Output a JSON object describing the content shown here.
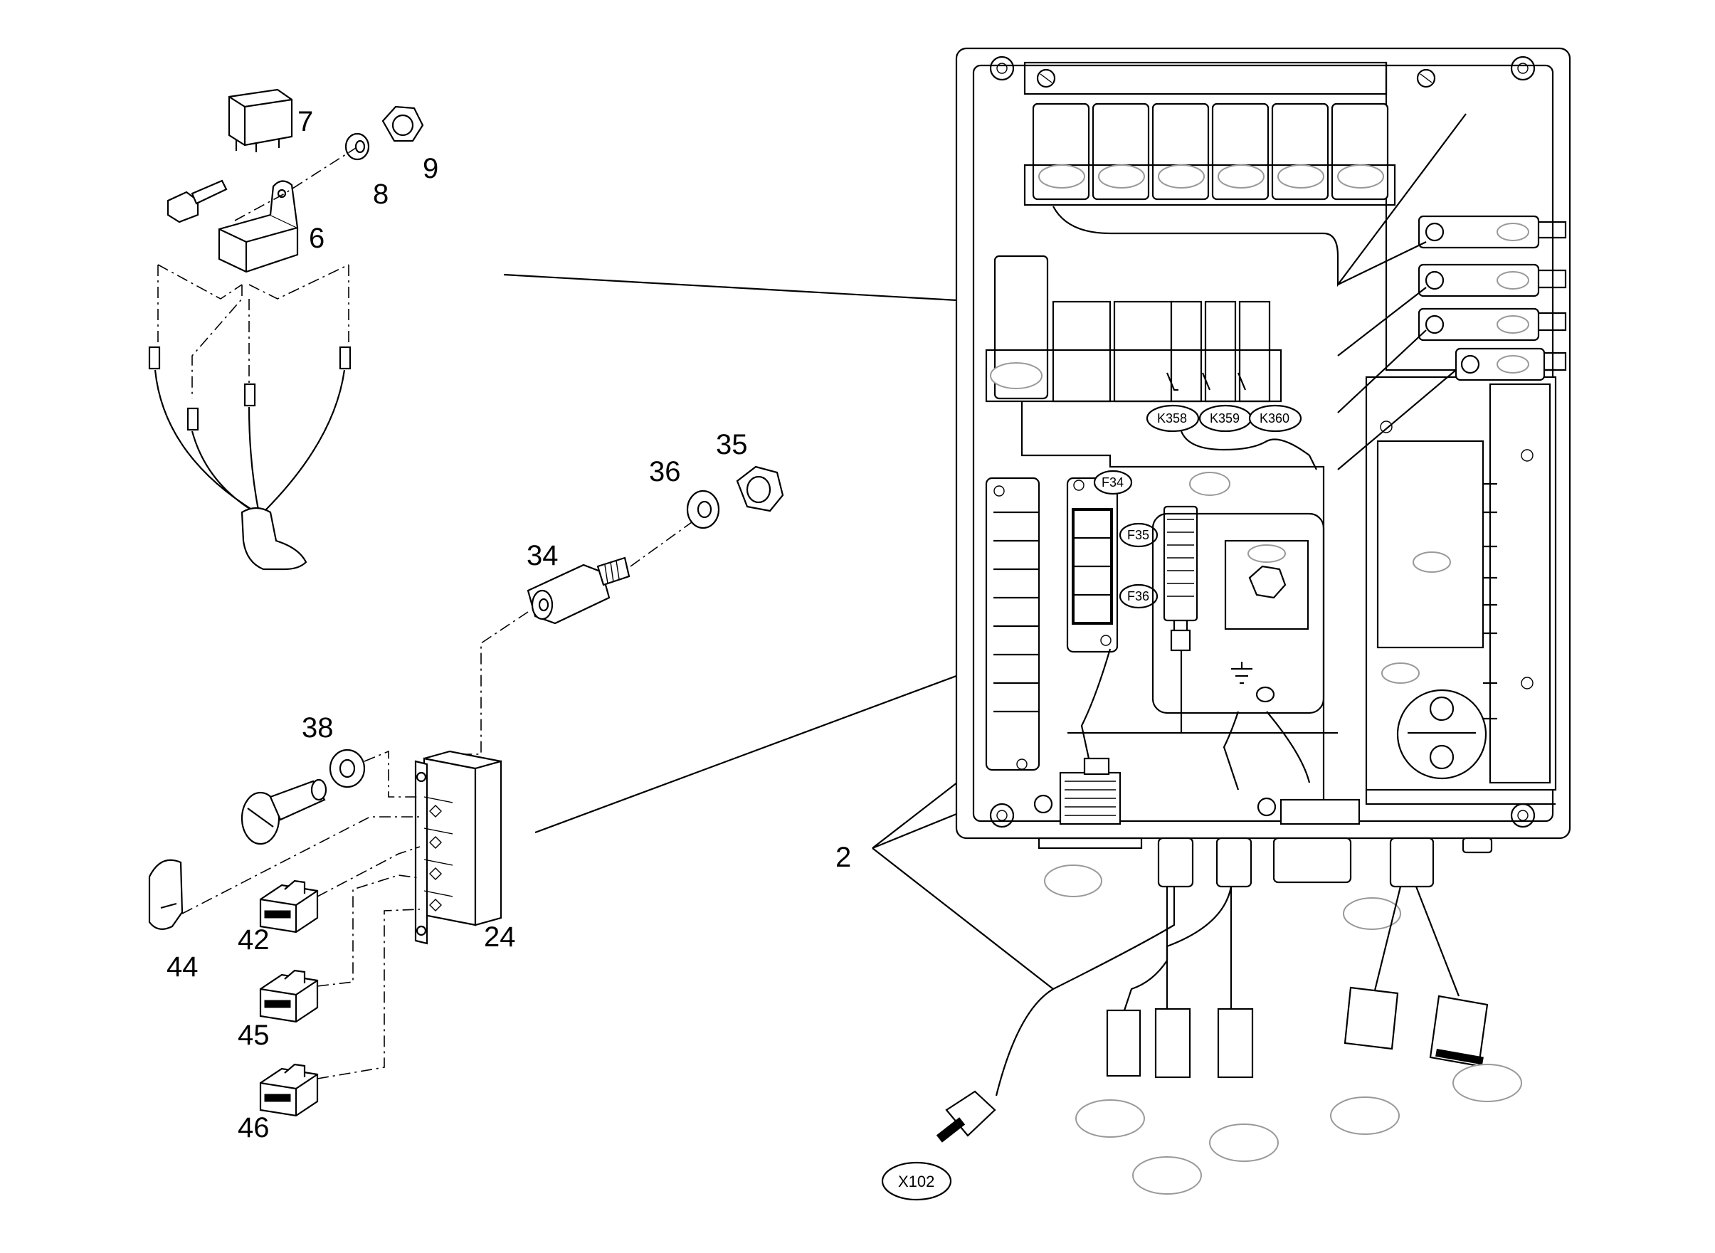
{
  "callouts": {
    "c7": "7",
    "c8": "8",
    "c9": "9",
    "c6": "6",
    "c35": "35",
    "c36": "36",
    "c34": "34",
    "c38": "38",
    "c24": "24",
    "c42": "42",
    "c44": "44",
    "c45": "45",
    "c46": "46",
    "c2": "2"
  },
  "box_tags": {
    "f34": "F34",
    "f35": "F35",
    "f36": "F36",
    "k358": "K358",
    "k359": "K359",
    "k360": "K360"
  },
  "connector_tags": {
    "x102": "X102"
  }
}
